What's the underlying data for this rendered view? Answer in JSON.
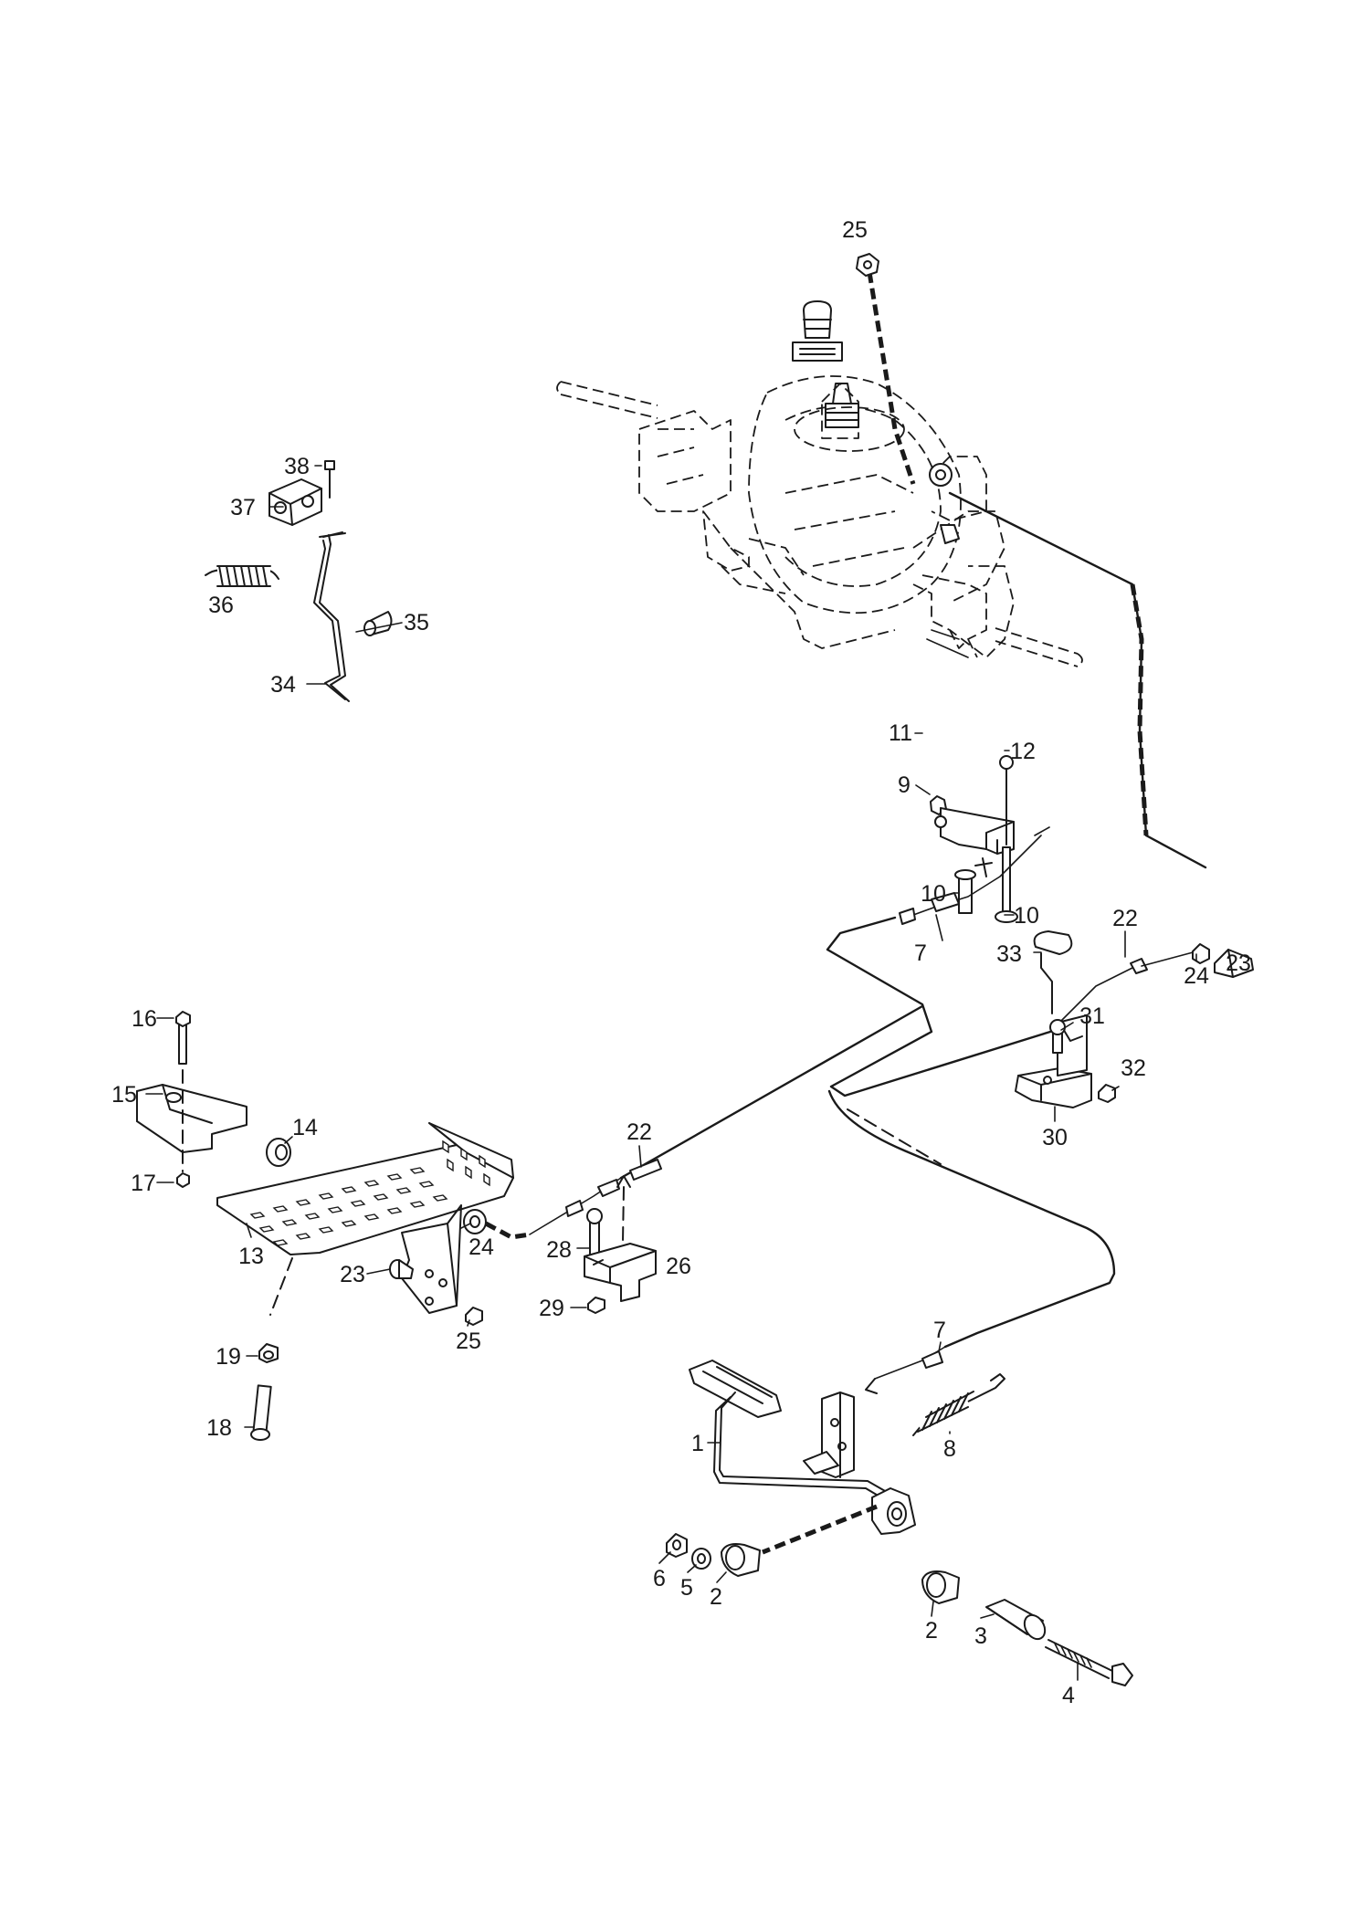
{
  "callouts": [
    {
      "id": "c25a",
      "text": "25"
    },
    {
      "id": "c38",
      "text": "38"
    },
    {
      "id": "c37",
      "text": "37"
    },
    {
      "id": "c36",
      "text": "36"
    },
    {
      "id": "c35",
      "text": "35"
    },
    {
      "id": "c34",
      "text": "34"
    },
    {
      "id": "c11",
      "text": "11"
    },
    {
      "id": "c12",
      "text": "12"
    },
    {
      "id": "c9",
      "text": "9"
    },
    {
      "id": "c10a",
      "text": "10"
    },
    {
      "id": "c10b",
      "text": "10"
    },
    {
      "id": "c7a",
      "text": "7"
    },
    {
      "id": "c22a",
      "text": "22"
    },
    {
      "id": "c24a",
      "text": "24"
    },
    {
      "id": "c23a",
      "text": "23"
    },
    {
      "id": "c33",
      "text": "33"
    },
    {
      "id": "c31",
      "text": "31"
    },
    {
      "id": "c32",
      "text": "32"
    },
    {
      "id": "c30",
      "text": "30"
    },
    {
      "id": "c16",
      "text": "16"
    },
    {
      "id": "c15",
      "text": "15"
    },
    {
      "id": "c14",
      "text": "14"
    },
    {
      "id": "c17",
      "text": "17"
    },
    {
      "id": "c13",
      "text": "13"
    },
    {
      "id": "c23b",
      "text": "23"
    },
    {
      "id": "c24b",
      "text": "24"
    },
    {
      "id": "c25b",
      "text": "25"
    },
    {
      "id": "c22b",
      "text": "22"
    },
    {
      "id": "c28",
      "text": "28"
    },
    {
      "id": "c26",
      "text": "26"
    },
    {
      "id": "c29",
      "text": "29"
    },
    {
      "id": "c19",
      "text": "19"
    },
    {
      "id": "c18",
      "text": "18"
    },
    {
      "id": "c7b",
      "text": "7"
    },
    {
      "id": "c1",
      "text": "1"
    },
    {
      "id": "c8",
      "text": "8"
    },
    {
      "id": "c6",
      "text": "6"
    },
    {
      "id": "c5",
      "text": "5"
    },
    {
      "id": "c2a",
      "text": "2"
    },
    {
      "id": "c2b",
      "text": "2"
    },
    {
      "id": "c3",
      "text": "3"
    },
    {
      "id": "c4",
      "text": "4"
    }
  ]
}
